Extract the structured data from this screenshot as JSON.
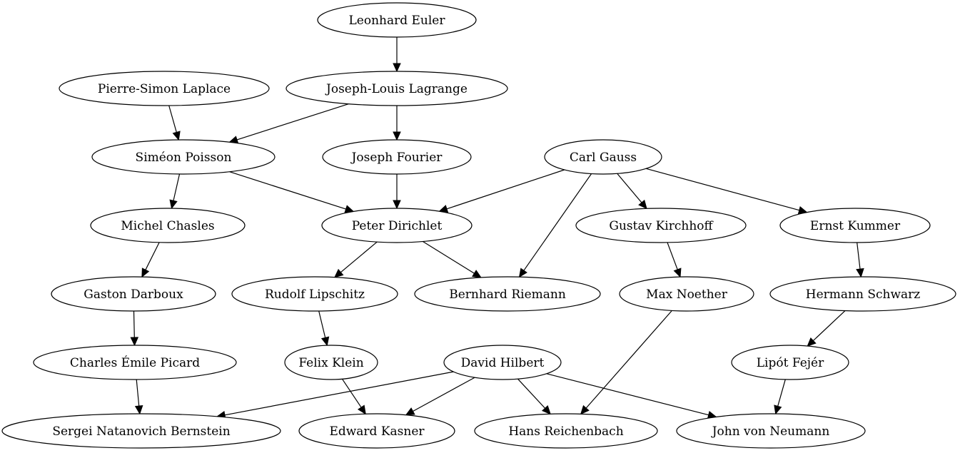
{
  "nodes": [
    {
      "id": "euler",
      "label": "Leonhard Euler"
    },
    {
      "id": "laplace",
      "label": "Pierre-Simon Laplace"
    },
    {
      "id": "lagrange",
      "label": "Joseph-Louis Lagrange"
    },
    {
      "id": "poisson",
      "label": "Siméon Poisson"
    },
    {
      "id": "fourier",
      "label": "Joseph Fourier"
    },
    {
      "id": "gauss",
      "label": "Carl Gauss"
    },
    {
      "id": "chasles",
      "label": "Michel Chasles"
    },
    {
      "id": "dirichlet",
      "label": "Peter Dirichlet"
    },
    {
      "id": "kirchhoff",
      "label": "Gustav Kirchhoff"
    },
    {
      "id": "kummer",
      "label": "Ernst Kummer"
    },
    {
      "id": "darboux",
      "label": "Gaston Darboux"
    },
    {
      "id": "lipschitz",
      "label": "Rudolf Lipschitz"
    },
    {
      "id": "riemann",
      "label": "Bernhard Riemann"
    },
    {
      "id": "noether",
      "label": "Max Noether"
    },
    {
      "id": "schwarz",
      "label": "Hermann Schwarz"
    },
    {
      "id": "picard",
      "label": "Charles Émile Picard"
    },
    {
      "id": "klein",
      "label": "Felix Klein"
    },
    {
      "id": "hilbert",
      "label": "David Hilbert"
    },
    {
      "id": "fejer",
      "label": "Lipót Fejér"
    },
    {
      "id": "bernstein",
      "label": "Sergei Natanovich Bernstein"
    },
    {
      "id": "kasner",
      "label": "Edward Kasner"
    },
    {
      "id": "reichenbach",
      "label": "Hans Reichenbach"
    },
    {
      "id": "vonneumann",
      "label": "John von Neumann"
    }
  ],
  "edges": [
    {
      "from": "euler",
      "to": "lagrange"
    },
    {
      "from": "laplace",
      "to": "poisson"
    },
    {
      "from": "lagrange",
      "to": "poisson"
    },
    {
      "from": "lagrange",
      "to": "fourier"
    },
    {
      "from": "poisson",
      "to": "chasles"
    },
    {
      "from": "poisson",
      "to": "dirichlet"
    },
    {
      "from": "fourier",
      "to": "dirichlet"
    },
    {
      "from": "gauss",
      "to": "dirichlet"
    },
    {
      "from": "gauss",
      "to": "riemann"
    },
    {
      "from": "gauss",
      "to": "kirchhoff"
    },
    {
      "from": "gauss",
      "to": "kummer"
    },
    {
      "from": "chasles",
      "to": "darboux"
    },
    {
      "from": "dirichlet",
      "to": "lipschitz"
    },
    {
      "from": "dirichlet",
      "to": "riemann"
    },
    {
      "from": "kirchhoff",
      "to": "noether"
    },
    {
      "from": "kummer",
      "to": "schwarz"
    },
    {
      "from": "darboux",
      "to": "picard"
    },
    {
      "from": "lipschitz",
      "to": "klein"
    },
    {
      "from": "schwarz",
      "to": "fejer"
    },
    {
      "from": "picard",
      "to": "bernstein"
    },
    {
      "from": "klein",
      "to": "kasner"
    },
    {
      "from": "hilbert",
      "to": "bernstein"
    },
    {
      "from": "hilbert",
      "to": "kasner"
    },
    {
      "from": "hilbert",
      "to": "reichenbach"
    },
    {
      "from": "hilbert",
      "to": "vonneumann"
    },
    {
      "from": "noether",
      "to": "reichenbach"
    },
    {
      "from": "fejer",
      "to": "vonneumann"
    }
  ]
}
